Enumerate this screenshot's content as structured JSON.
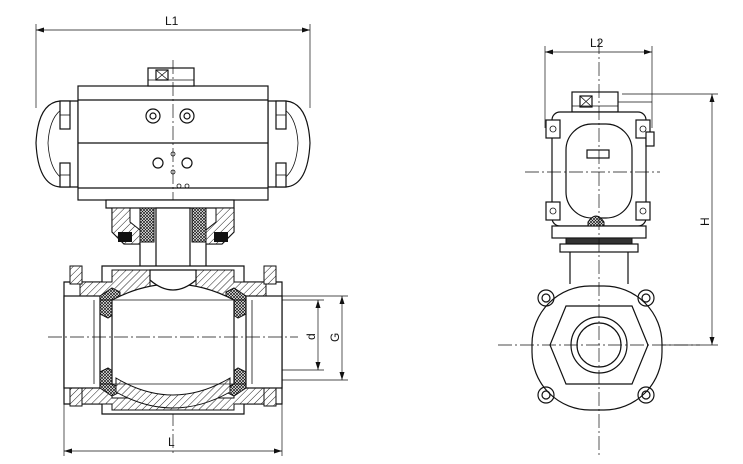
{
  "labels": {
    "L1": "L1",
    "L2": "L2",
    "L": "L",
    "d": "d",
    "G": "G",
    "H": "H"
  }
}
